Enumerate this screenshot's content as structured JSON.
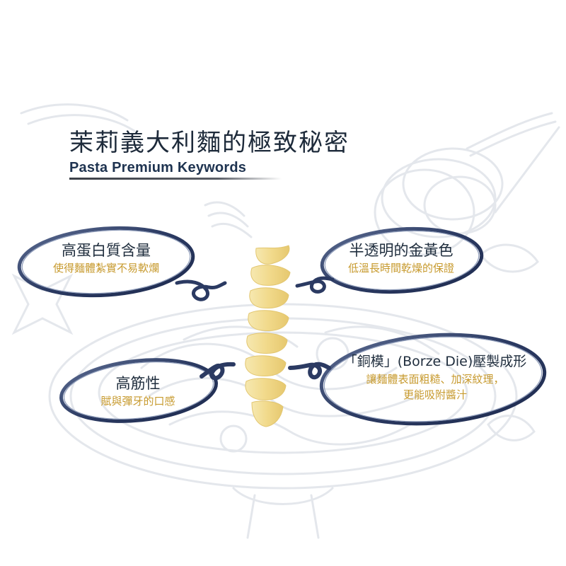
{
  "header": {
    "title_zh": "茉莉義大利麵的極致秘密",
    "title_en": "Pasta Premium Keywords"
  },
  "features": [
    {
      "title": "高蛋白質含量",
      "desc": [
        "使得麵體紮實不易軟爛"
      ]
    },
    {
      "title": "半透明的金黃色",
      "desc": [
        "低溫長時間乾燥的保證"
      ]
    },
    {
      "title": "高筋性",
      "desc": [
        "賦與彈牙的口感"
      ]
    },
    {
      "title": "「銅模」(Borze Die)壓製成形",
      "desc": [
        "讓麵體表面粗糙、加深紋理，",
        "更能吸附醬汁"
      ]
    }
  ],
  "colors": {
    "title": "#1d2a3a",
    "subtitle_en": "#1e3350",
    "bubble_outline": "#2f3f66",
    "desc_gold": "#c79a2e",
    "pasta": "#f3df9a",
    "sketch": "#e4e7ec"
  },
  "images": {
    "center": "fusilli-pasta",
    "background": "spaghetti-fork-sketch"
  }
}
